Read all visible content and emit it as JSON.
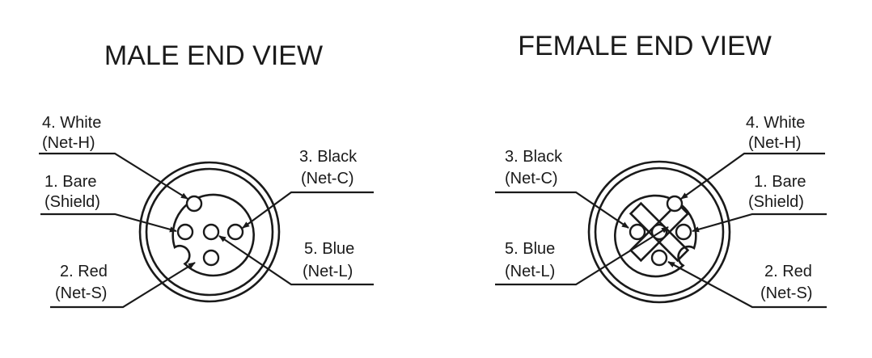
{
  "male": {
    "title": "MALE END VIEW",
    "pins": [
      {
        "number": "4. White",
        "signal": "(Net-H)"
      },
      {
        "number": "3. Black",
        "signal": "(Net-C)"
      },
      {
        "number": "1. Bare",
        "signal": "(Shield)"
      },
      {
        "number": "5. Blue",
        "signal": "(Net-L)"
      },
      {
        "number": "2. Red",
        "signal": "(Net-S)"
      }
    ]
  },
  "female": {
    "title": "FEMALE END VIEW",
    "pins": [
      {
        "number": "4. White",
        "signal": "(Net-H)"
      },
      {
        "number": "3. Black",
        "signal": "(Net-C)"
      },
      {
        "number": "1. Bare",
        "signal": "(Shield)"
      },
      {
        "number": "5. Blue",
        "signal": "(Net-L)"
      },
      {
        "number": "2. Red",
        "signal": "(Net-S)"
      }
    ]
  }
}
